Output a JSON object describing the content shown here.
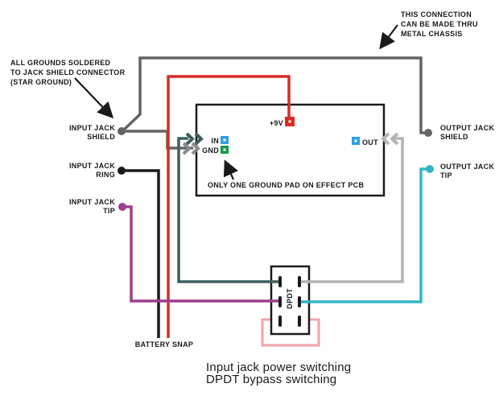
{
  "colors": {
    "black": "#1a1a1a",
    "dark_gray": "#646464",
    "medium_gray": "#8a8a8a",
    "light_gray": "#b4b4b4",
    "red": "#d92b23",
    "teal": "#3d5f5f",
    "purple": "#9d3f8c",
    "cyan": "#2fb7c8",
    "pink": "#f2a3ab",
    "pad_blue": "#2e9fe5",
    "pad_green": "#109c48"
  },
  "annotations": {
    "star_ground": {
      "line1": "ALL GROUNDS SOLDERED",
      "line2": "TO JACK SHIELD CONNECTOR",
      "line3": "(STAR GROUND)"
    },
    "chassis": {
      "line1": "THIS CONNECTION",
      "line2": "CAN BE MADE THRU",
      "line3": "METAL CHASSIS"
    },
    "ground_pad_note": "ONLY ONE GROUND PAD ON EFFECT PCB"
  },
  "input_jack": {
    "shield": {
      "line1": "INPUT JACK",
      "line2": "SHIELD"
    },
    "ring": {
      "line1": "INPUT JACK",
      "line2": "RING"
    },
    "tip": {
      "line1": "INPUT JACK",
      "line2": "TIP"
    }
  },
  "output_jack": {
    "shield": {
      "line1": "OUTPUT JACK",
      "line2": "SHIELD"
    },
    "tip": {
      "line1": "OUTPUT JACK",
      "line2": "TIP"
    }
  },
  "pcb": {
    "pads": {
      "power": "+9V",
      "input": "IN",
      "ground": "GND",
      "output": "OUT"
    }
  },
  "switch": {
    "label": "DPDT"
  },
  "battery": {
    "label": "BATTERY SNAP"
  },
  "caption": {
    "line1": "Input jack power switching",
    "line2": "DPDT bypass switching"
  }
}
